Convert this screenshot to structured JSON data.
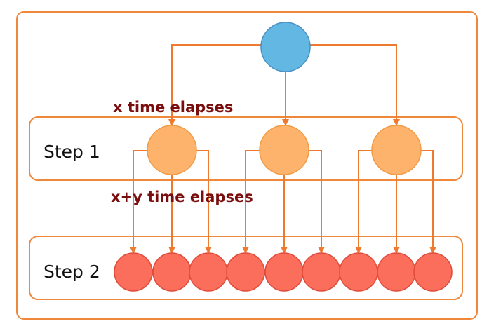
{
  "labels": {
    "step1": "Step 1",
    "step2": "Step 2",
    "time1": "x time elapses",
    "time2": "x+y time elapses"
  },
  "nodes": {
    "root": {
      "count": 1
    },
    "step1": {
      "count": 3
    },
    "step2": {
      "count": 9,
      "children_per_parent": 3
    }
  },
  "colors": {
    "frame": "#f0883c",
    "arrow": "#ee7a30",
    "root_fill": "#63b8e3",
    "root_stroke": "#4a90c4",
    "step1_fill": "#fdb36b",
    "step1_stroke": "#f39a45",
    "step2_fill": "#fb6e5c",
    "step2_stroke": "#e04a39",
    "time_label": "#7a0d0d"
  }
}
